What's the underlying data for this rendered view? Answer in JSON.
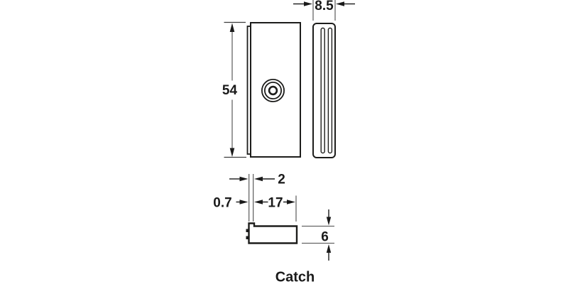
{
  "figure": {
    "caption": "Catch",
    "kind": "technical-drawing"
  },
  "colors": {
    "background": "#ffffff",
    "outline": "#1d1d1b",
    "dimension_line": "#4a4a4a",
    "text": "#1a1a1a"
  },
  "dimensions": {
    "front_height": "54",
    "side_depth": "8.5",
    "plate_thickness": "2",
    "lug_projection": "0.7",
    "housing_width": "17",
    "housing_height": "6"
  }
}
